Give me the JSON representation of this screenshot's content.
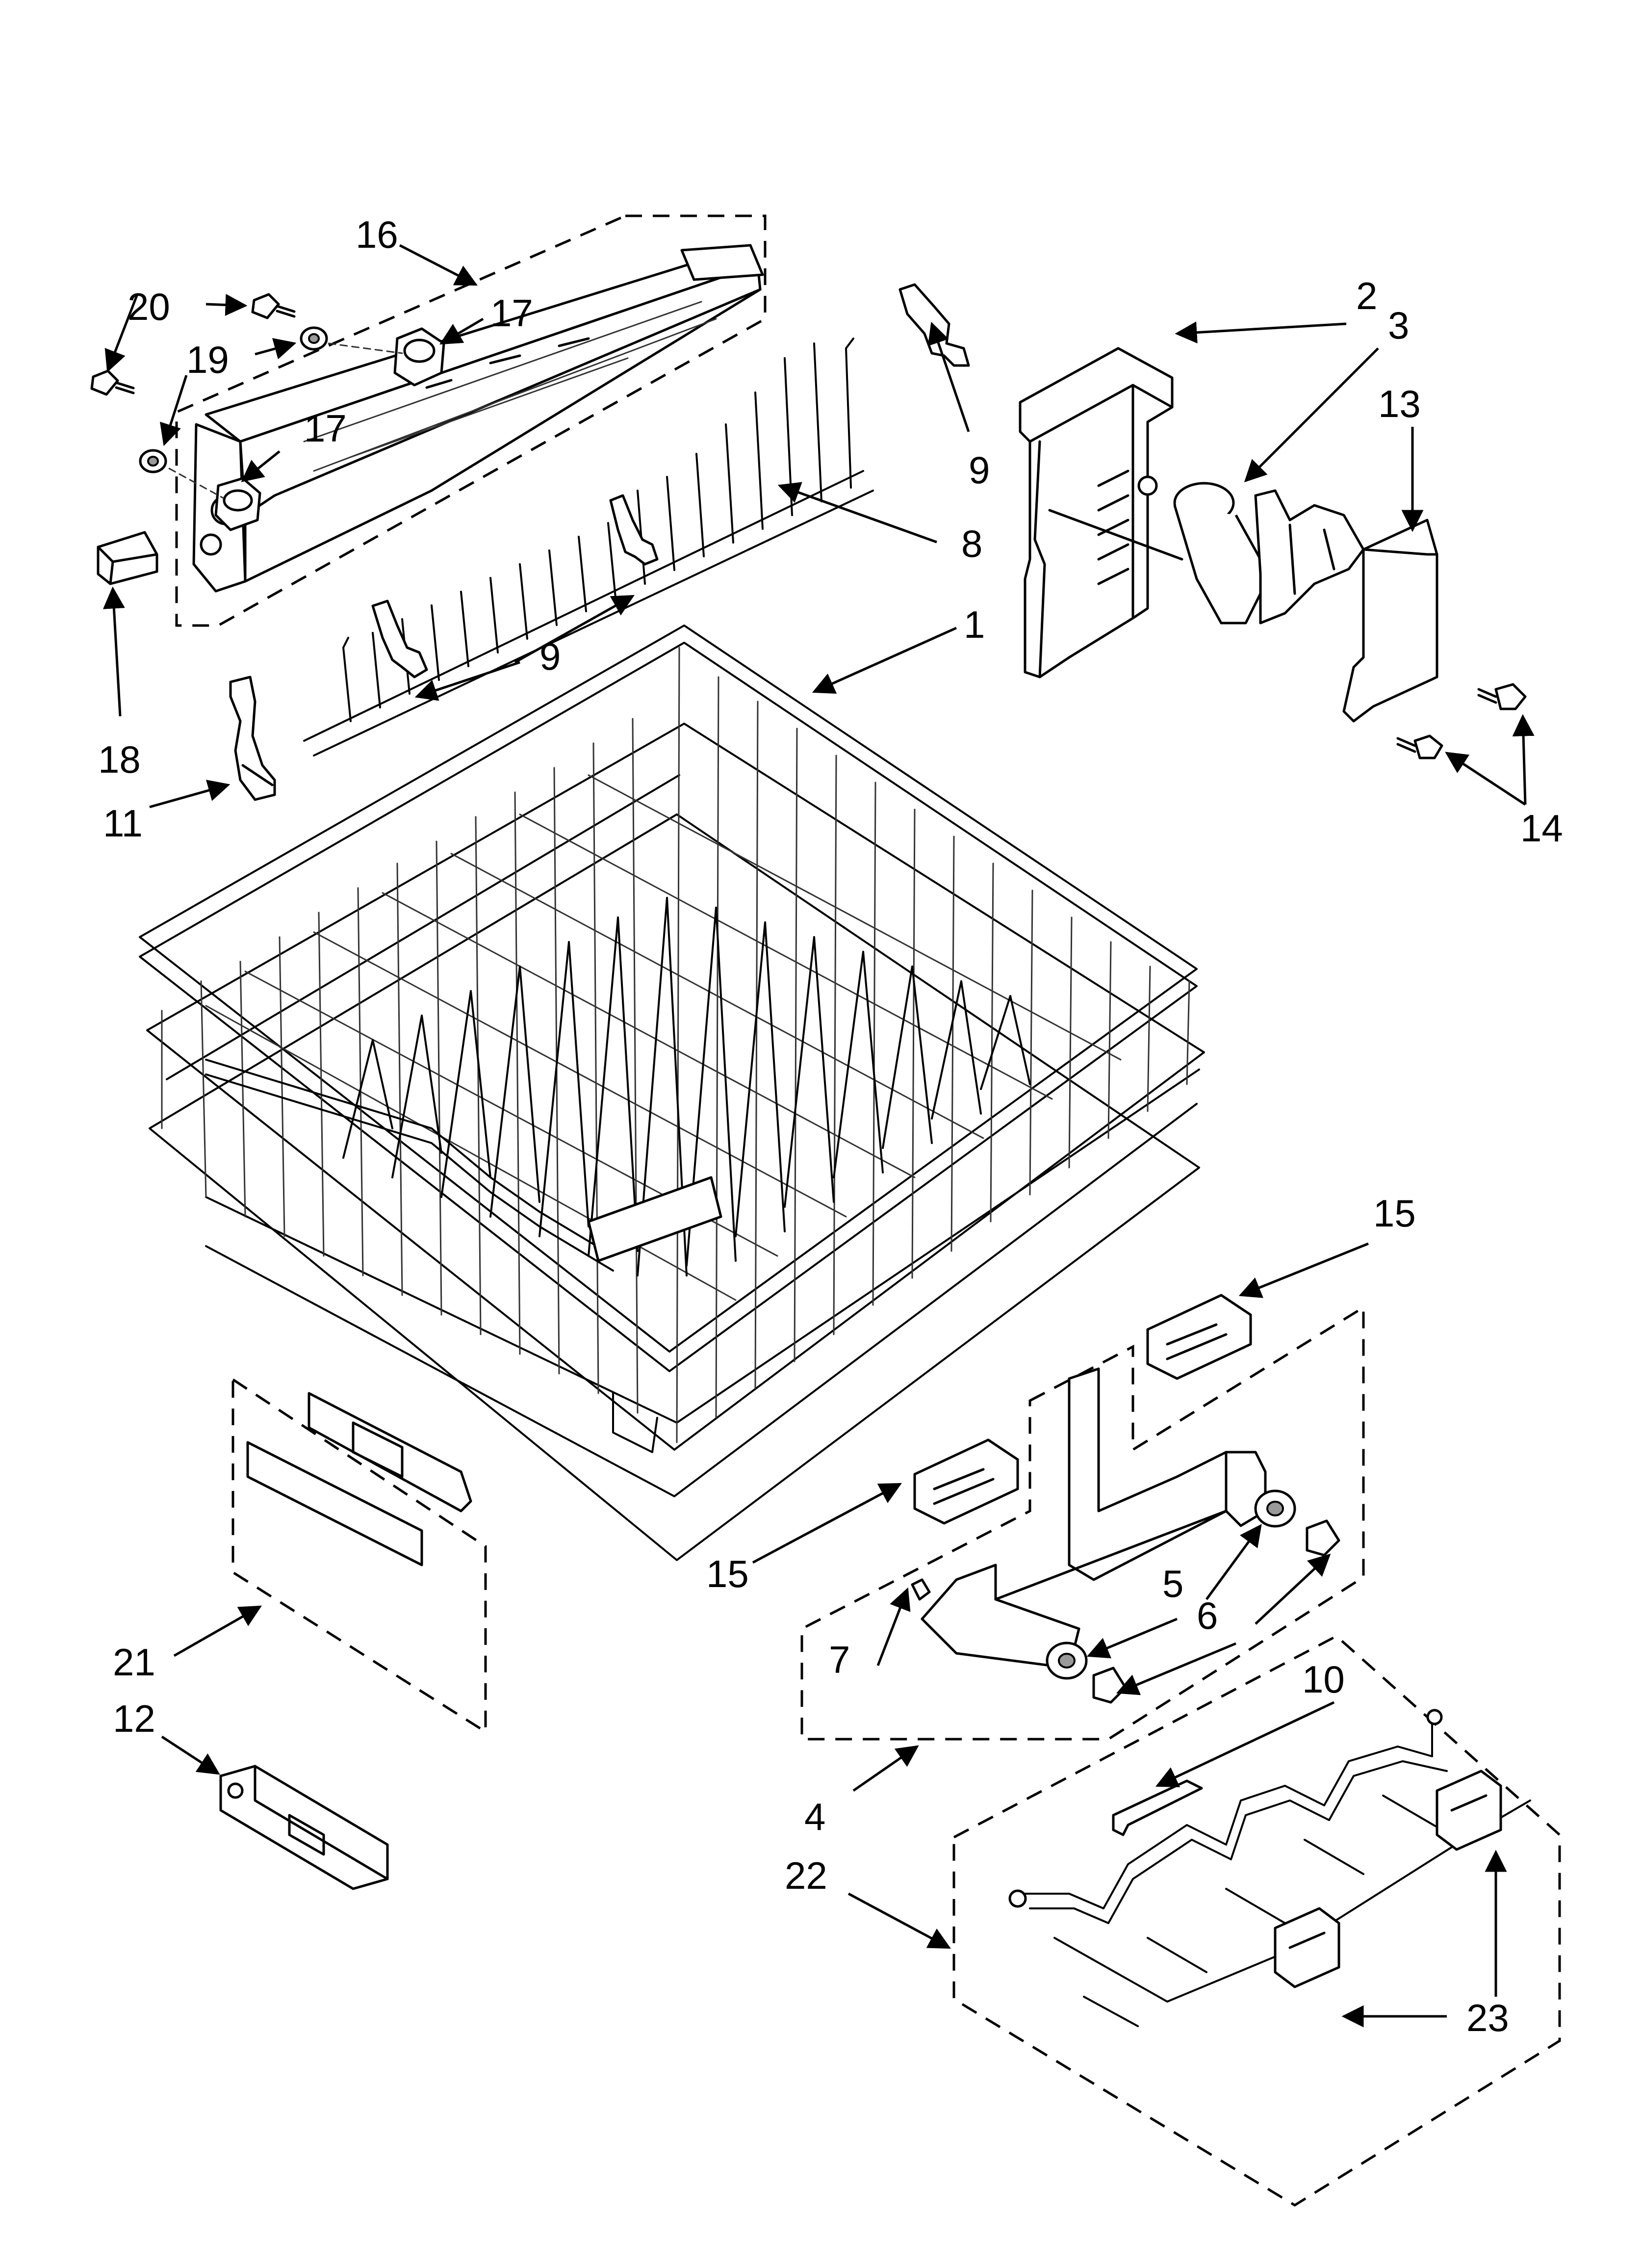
{
  "diagram": {
    "callouts": [
      {
        "id": "c1",
        "label": "1"
      },
      {
        "id": "c2",
        "label": "2"
      },
      {
        "id": "c3",
        "label": "3"
      },
      {
        "id": "c4",
        "label": "4"
      },
      {
        "id": "c5",
        "label": "5"
      },
      {
        "id": "c6",
        "label": "6"
      },
      {
        "id": "c7",
        "label": "7"
      },
      {
        "id": "c8",
        "label": "8"
      },
      {
        "id": "c9a",
        "label": "9"
      },
      {
        "id": "c9b",
        "label": "9"
      },
      {
        "id": "c10",
        "label": "10"
      },
      {
        "id": "c11",
        "label": "11"
      },
      {
        "id": "c12",
        "label": "12"
      },
      {
        "id": "c13",
        "label": "13"
      },
      {
        "id": "c14",
        "label": "14"
      },
      {
        "id": "c15a",
        "label": "15"
      },
      {
        "id": "c15b",
        "label": "15"
      },
      {
        "id": "c16",
        "label": "16"
      },
      {
        "id": "c17a",
        "label": "17"
      },
      {
        "id": "c17b",
        "label": "17"
      },
      {
        "id": "c18",
        "label": "18"
      },
      {
        "id": "c19",
        "label": "19"
      },
      {
        "id": "c20",
        "label": "20"
      },
      {
        "id": "c21",
        "label": "21"
      },
      {
        "id": "c22",
        "label": "22"
      },
      {
        "id": "c23",
        "label": "23"
      }
    ]
  }
}
